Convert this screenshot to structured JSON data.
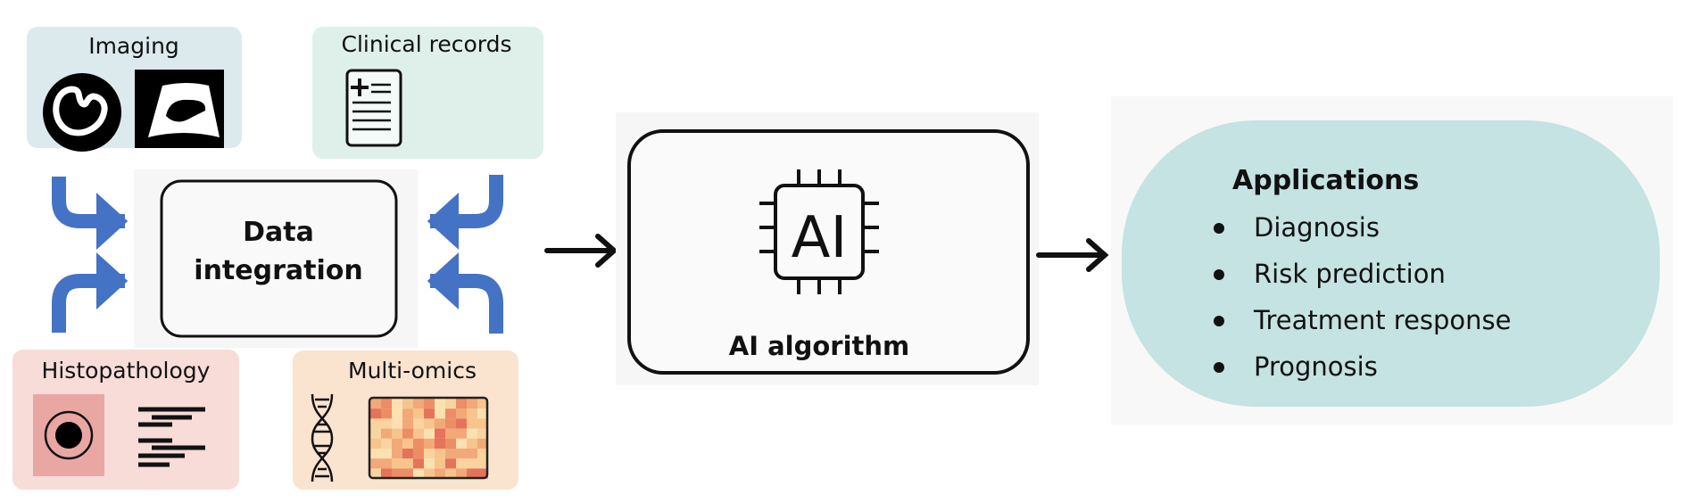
{
  "sources": {
    "imaging": {
      "label": "Imaging",
      "color": "#dceaee"
    },
    "clinical": {
      "label": "Clinical records",
      "color": "#dff0ea"
    },
    "histopathology": {
      "label": "Histopathology",
      "color": "#f7dcd8"
    },
    "multiomics": {
      "label": "Multi-omics",
      "color": "#fae3cf"
    }
  },
  "integration": {
    "line1": "Data",
    "line2": "integration"
  },
  "ai": {
    "chip_text": "AI",
    "label": "AI algorithm"
  },
  "applications": {
    "title": "Applications",
    "items": [
      "Diagnosis",
      "Risk prediction",
      "Treatment response",
      "Prognosis"
    ],
    "color": "#c4e3e2"
  },
  "colors": {
    "arrow_blue": "#4472c4",
    "ink": "#111111"
  }
}
